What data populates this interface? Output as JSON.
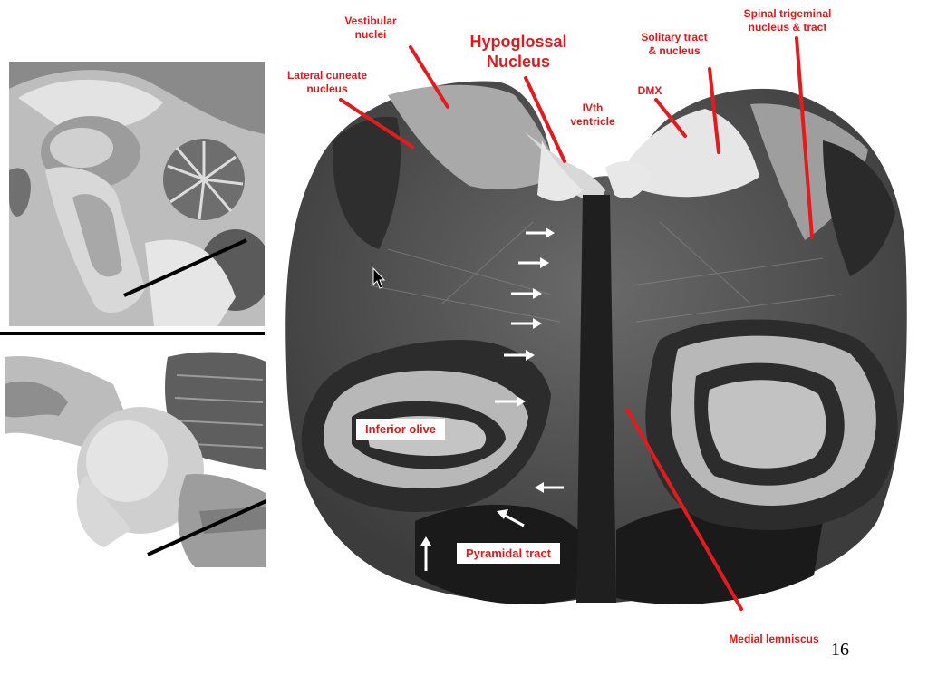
{
  "slide": {
    "page_number": "16"
  },
  "labels": {
    "vestibular": "Vestibular\nnuclei",
    "hypoglossal": "Hypoglossal\nNucleus",
    "solitary": "Solitary tract\n& nucleus",
    "spinal_trig": "Spinal trigeminal\nnucleus & tract",
    "lateral_cuneate": "Lateral cuneate\nnucleus",
    "ivth_ventricle": "IVth\nventricle",
    "dmx": "DMX",
    "inferior_olive": "Inferior olive",
    "pyramidal_tract": "Pyramidal tract",
    "medial_lemniscus": "Medial lemniscus"
  },
  "colors": {
    "label_red": "#e0191c",
    "pointer_line": "#e31b1f",
    "tissue_dark": "#3a3a3a"
  },
  "icons": {
    "pointer": "arrow-white",
    "cursor": "mouse-pointer"
  }
}
